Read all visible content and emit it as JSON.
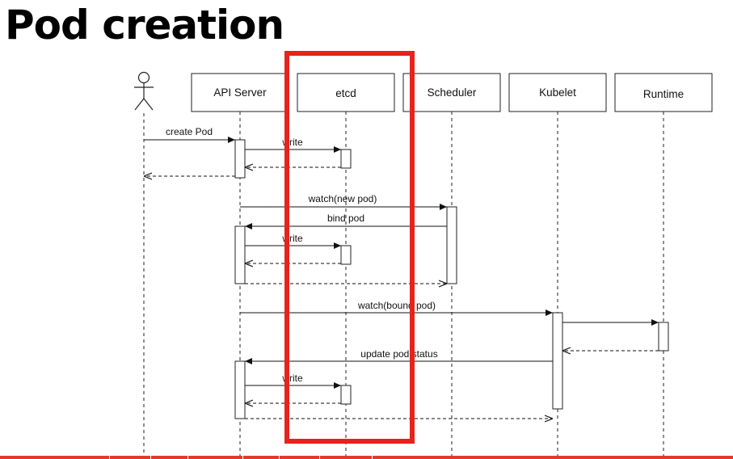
{
  "title": "Pod creation",
  "participants": [
    {
      "id": "user",
      "label": ""
    },
    {
      "id": "api",
      "label": "API Server"
    },
    {
      "id": "etcd",
      "label": "etcd"
    },
    {
      "id": "sched",
      "label": "Scheduler"
    },
    {
      "id": "kubelet",
      "label": "Kubelet"
    },
    {
      "id": "runtime",
      "label": "Runtime"
    }
  ],
  "messages": [
    {
      "label": "create Pod",
      "from": "user",
      "to": "api",
      "kind": "sync"
    },
    {
      "label": "write",
      "from": "api",
      "to": "etcd",
      "kind": "sync"
    },
    {
      "label": "",
      "from": "etcd",
      "to": "api",
      "kind": "return"
    },
    {
      "label": "",
      "from": "api",
      "to": "user",
      "kind": "return"
    },
    {
      "label": "watch(new pod)",
      "from": "api",
      "to": "sched",
      "kind": "sync"
    },
    {
      "label": "bind pod",
      "from": "sched",
      "to": "api",
      "kind": "sync"
    },
    {
      "label": "write",
      "from": "api",
      "to": "etcd",
      "kind": "sync"
    },
    {
      "label": "",
      "from": "etcd",
      "to": "api",
      "kind": "return"
    },
    {
      "label": "",
      "from": "api",
      "to": "sched",
      "kind": "return"
    },
    {
      "label": "watch(bound pod)",
      "from": "api",
      "to": "kubelet",
      "kind": "sync"
    },
    {
      "label": "",
      "from": "kubelet",
      "to": "runtime",
      "kind": "sync"
    },
    {
      "label": "",
      "from": "runtime",
      "to": "kubelet",
      "kind": "return"
    },
    {
      "label": "update pod status",
      "from": "kubelet",
      "to": "api",
      "kind": "sync"
    },
    {
      "label": "write",
      "from": "api",
      "to": "etcd",
      "kind": "sync"
    },
    {
      "label": "",
      "from": "etcd",
      "to": "api",
      "kind": "return"
    },
    {
      "label": "",
      "from": "api",
      "to": "kubelet",
      "kind": "return"
    }
  ],
  "highlight": {
    "target": "etcd",
    "color": "#e6231c"
  }
}
